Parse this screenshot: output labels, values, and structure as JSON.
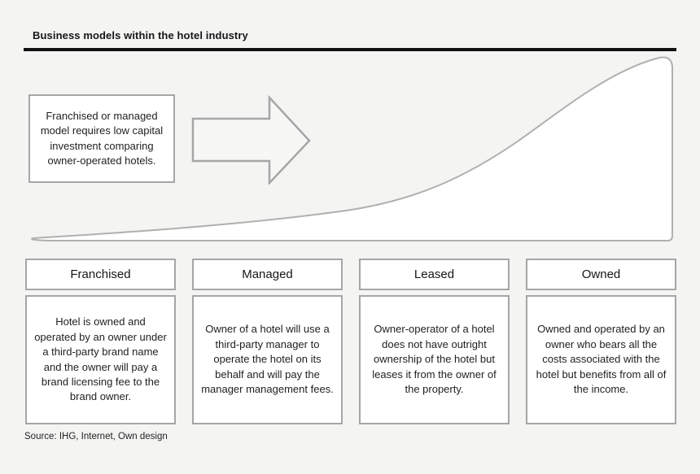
{
  "page": {
    "title": "Business models within the hotel industry",
    "source": "Source: IHG, Internet, Own design"
  },
  "callout": {
    "text": "Franchised or managed model requires low capital investment comparing owner-operated hotels."
  },
  "icons": {
    "right_arrow": "right-arrow-icon",
    "growth_curve": "capital-investment-growth-curve"
  },
  "columns": [
    {
      "header": "Franchised",
      "description": "Hotel is owned and operated by an owner under a third-party brand name and the owner will pay a brand licensing fee to the brand owner."
    },
    {
      "header": "Managed",
      "description": "Owner of a hotel will use a third-party manager to operate the hotel on its behalf and will pay the manager management fees."
    },
    {
      "header": "Leased",
      "description": "Owner-operator of a hotel does not have outright ownership of the hotel but leases it from the owner of the property."
    },
    {
      "header": "Owned",
      "description": "Owned and operated by an owner who bears all the costs associated with the hotel but benefits from all of the income."
    }
  ],
  "curve_meaning": {
    "type": "area",
    "trend": "increasing",
    "implied_axis": "capital investment rises from Franchised to Owned models",
    "categories": [
      "Franchised",
      "Managed",
      "Leased",
      "Owned"
    ]
  },
  "colors": {
    "background": "#f4f4f3",
    "box_border": "#a6a6a6",
    "curve_stroke": "#b1b0ae",
    "rule_black": "#111111",
    "text": "#1f1f1f"
  }
}
